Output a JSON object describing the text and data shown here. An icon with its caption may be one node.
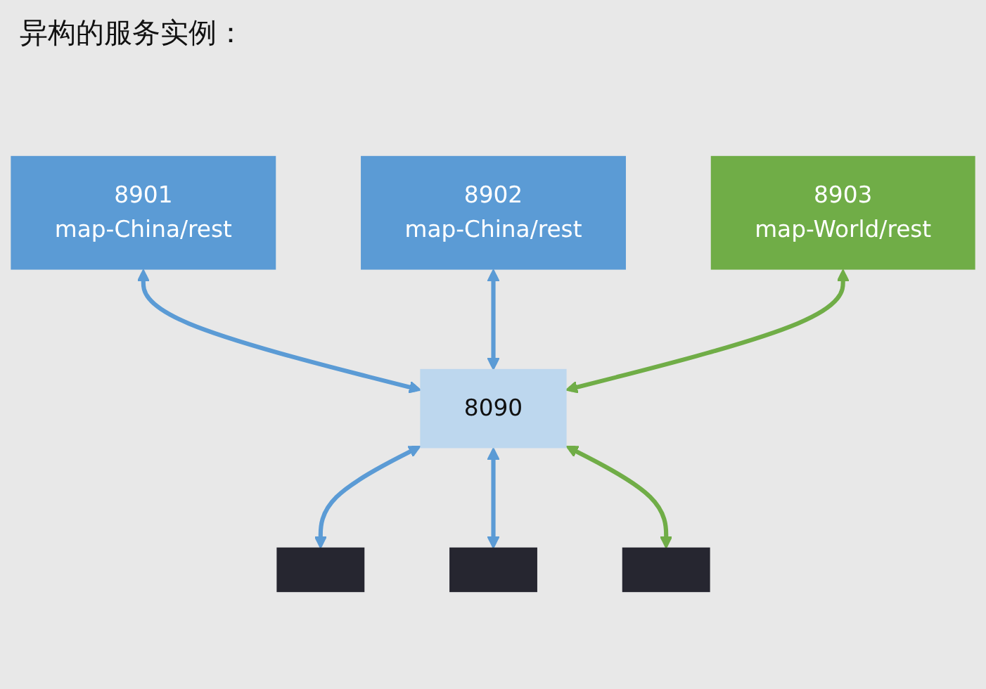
{
  "diagram": {
    "title": "异构的服务实例：",
    "nodes": [
      {
        "text": [
          "8901",
          "map-China/rest"
        ]
      },
      {
        "text": [
          "8902",
          "map-China/rest"
        ]
      },
      {
        "text": [
          "8903",
          "map-World/rest"
        ]
      },
      {
        "text": [
          "8090"
        ]
      },
      {
        "text": [],
        "shape": "computer"
      },
      {
        "text": [],
        "shape": "computer"
      },
      {
        "text": [],
        "shape": "computer"
      }
    ],
    "edges": [
      {
        "from": 0,
        "to": 3,
        "arrow": "both"
      },
      {
        "from": 1,
        "to": 3,
        "arrow": "both"
      },
      {
        "from": 2,
        "to": 3,
        "arrow": "both",
        "color": "#70ad47"
      },
      {
        "from": 3,
        "to": 4,
        "arrow": "both"
      },
      {
        "from": 3,
        "to": 5,
        "arrow": "both"
      },
      {
        "from": 3,
        "to": 6,
        "arrow": "both",
        "color": "#70ad47"
      }
    ]
  }
}
